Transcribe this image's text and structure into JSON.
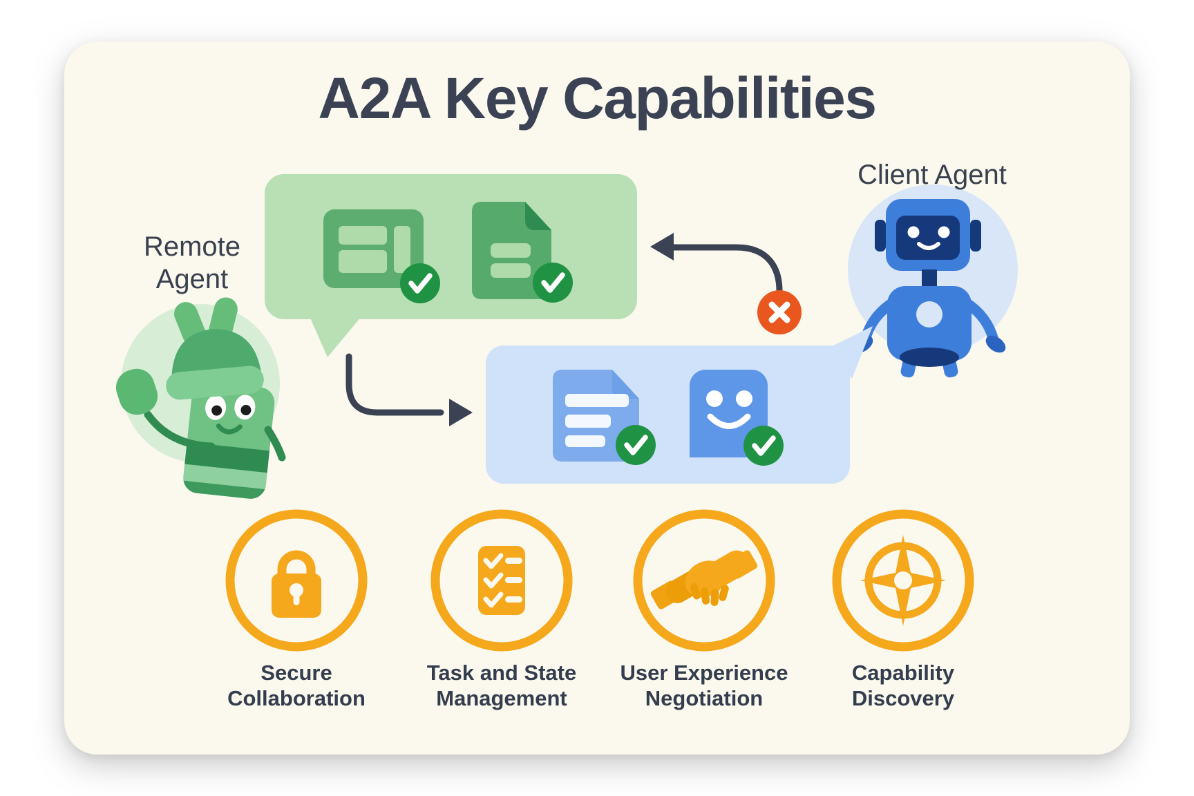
{
  "title": "A2A Key Capabilities",
  "remote_agent": {
    "label": "Remote Agent"
  },
  "client_agent": {
    "label": "Client Agent"
  },
  "messages": {
    "remote_bubble": {
      "icons": [
        "layout-window-icon",
        "document-icon"
      ],
      "status": "check"
    },
    "client_panel": {
      "icons": [
        "document-icon",
        "smiley-message-icon"
      ],
      "status": "check"
    }
  },
  "badges": {
    "success": "check-icon",
    "error": "x-icon"
  },
  "capabilities": [
    {
      "label": "Secure Collaboration",
      "icon": "lock-icon"
    },
    {
      "label": "Task and State Management",
      "icon": "checklist-icon"
    },
    {
      "label": "User Experience Negotiation",
      "icon": "handshake-icon"
    },
    {
      "label": "Capability Discovery",
      "icon": "compass-icon"
    }
  ],
  "colors": {
    "card_bg": "#FBF8EE",
    "text": "#3A4254",
    "green_bubble": "#B9E0B5",
    "green_icon": "#5CAD6F",
    "green_dark": "#2F8B50",
    "green_circle_bg": "#D8EDD6",
    "check_badge": "#1F9243",
    "blue_panel": "#CFE2F9",
    "blue_icon": "#7DABEB",
    "smiley_blue": "#5E96E8",
    "robot_blue": "#3E7EDB",
    "navy": "#16397B",
    "blue_circle_bg": "#D8E6F8",
    "error_badge": "#E9571F",
    "amber": "#F5A81C",
    "arrow": "#3A4254"
  }
}
